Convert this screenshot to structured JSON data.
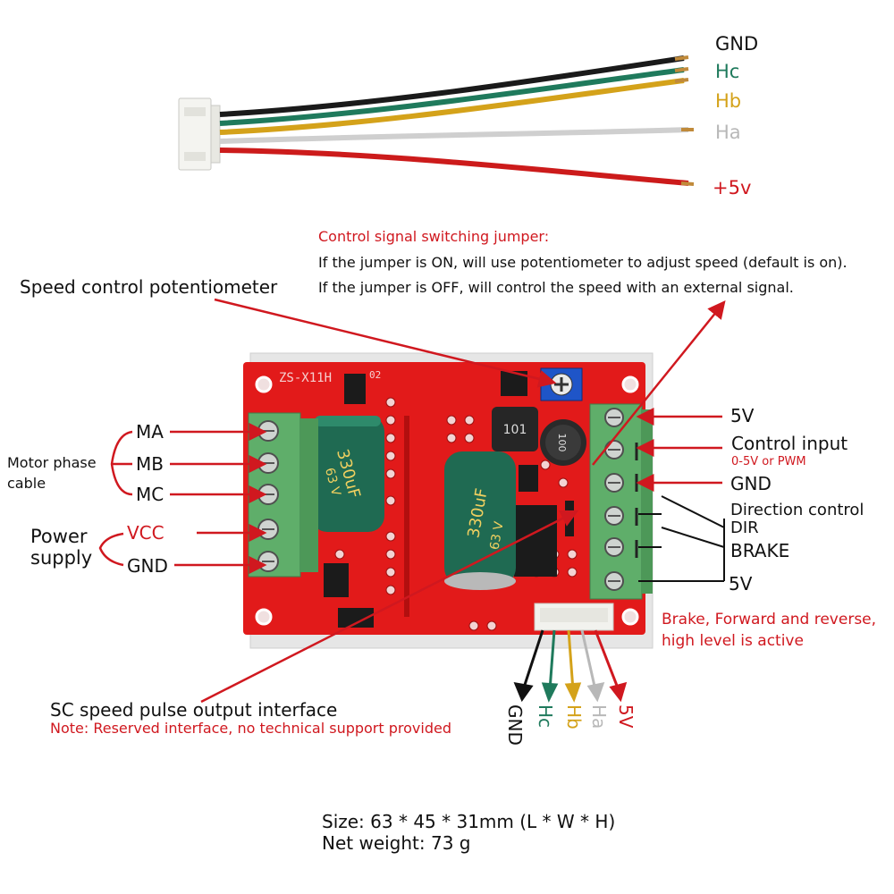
{
  "wire_labels": {
    "gnd": "GND",
    "hc": "Hc",
    "hb": "Hb",
    "ha": "Ha",
    "v5": "+5v"
  },
  "jumper": {
    "title": "Control signal switching jumper:",
    "line1": "If the jumper is ON, will use potentiometer to adjust speed (default is on).",
    "line2": "If  the jumper is OFF, will control the speed with an external signal."
  },
  "potentiometer_label": "Speed control potentiometer",
  "board_silkscreen": "ZS-X11H",
  "board_silkscreen_suffix": "02",
  "capacitor_text": "330uF",
  "capacitor_text2": "63 V",
  "inductor_text": "101",
  "small_cap_text": "100",
  "left_terminals": {
    "ma": "MA",
    "mb": "MB",
    "mc": "MC",
    "vcc": "VCC",
    "gnd": "GND",
    "motor_phase": "Motor phase\ncable",
    "motor_phase_1": "Motor phase",
    "motor_phase_2": "cable",
    "power_1": "Power",
    "power_2": "supply"
  },
  "right_terminals": {
    "v5_top": "5V",
    "control_input": "Control input",
    "control_input_note": "0-5V or PWM",
    "gnd": "GND",
    "direction_1": "Direction control",
    "direction_2": "DIR",
    "brake": "BRAKE",
    "v5_bottom": "5V"
  },
  "brake_note_1": "Brake, Forward and reverse,",
  "brake_note_2": "high level is active",
  "bottom_connector": {
    "gnd": "GND",
    "hc": "Hc",
    "hb": "Hb",
    "ha": "Ha",
    "v5": "5V"
  },
  "sc_label": "SC speed pulse output interface",
  "sc_note": "Note: Reserved interface, no technical support provided",
  "size_line": "Size: 63 * 45 * 31mm (L * W * H)",
  "weight_line": "Net weight: 73 g",
  "colors": {
    "red": "#d0181f",
    "board": "#e21a1a",
    "terminal": "#5fae6a",
    "capacitor": "#1f6a52",
    "hall_green": "#1f7a5c",
    "hall_yellow": "#d4a21a",
    "hall_white": "#b8b8b8"
  }
}
